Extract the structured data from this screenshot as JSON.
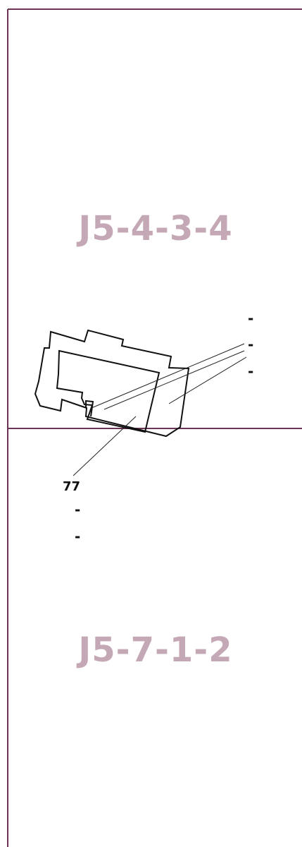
{
  "parcels": {
    "upper": {
      "label": "J5-4-3-4"
    },
    "lower": {
      "label": "J5-7-1-2"
    }
  },
  "annotations": {
    "right_dashes": [
      "-",
      "-",
      "-"
    ],
    "number_label": "77",
    "lower_dashes": [
      "-",
      "-"
    ]
  },
  "colors": {
    "boundary": "#6b3455",
    "parcel_label": "#c4a8b5",
    "building_outline": "#111111"
  }
}
